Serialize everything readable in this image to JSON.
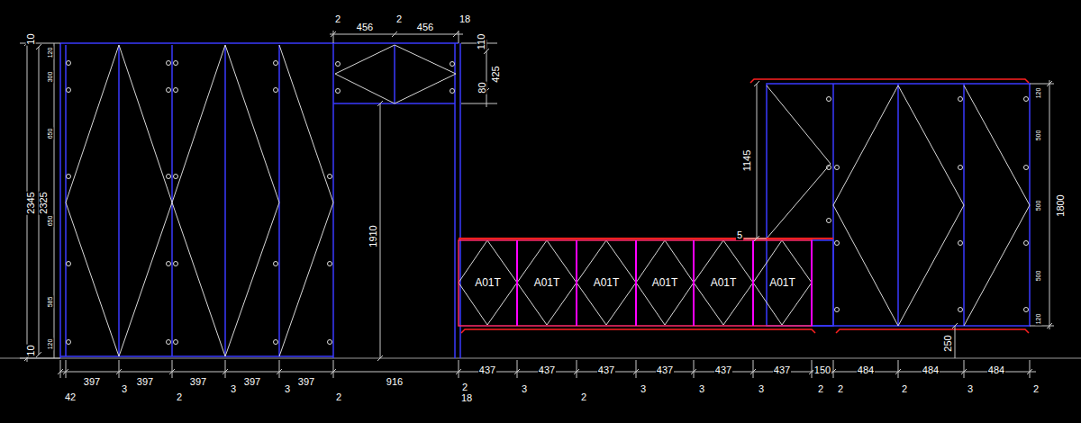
{
  "diagram": {
    "nodes": [
      {
        "text": [
          "A01T"
        ]
      },
      {
        "text": [
          "A01T"
        ]
      },
      {
        "text": [
          "A01T"
        ]
      },
      {
        "text": [
          "A01T"
        ]
      },
      {
        "text": [
          "A01T"
        ]
      },
      {
        "text": [
          "A01T"
        ]
      }
    ],
    "labels": [
      "10",
      "2345",
      "2325",
      "10",
      "120",
      "300",
      "650",
      "650",
      "585",
      "120",
      "2",
      "456",
      "2",
      "456",
      "18",
      "110",
      "425",
      "80",
      "1910",
      "1145",
      "5",
      "120",
      "500",
      "500",
      "500",
      "120",
      "1800",
      "250",
      "397",
      "397",
      "397",
      "397",
      "397",
      "916",
      "437",
      "437",
      "437",
      "437",
      "437",
      "437",
      "150",
      "484",
      "484",
      "484",
      "42",
      "3",
      "2",
      "3",
      "3",
      "2",
      "2",
      "18",
      "3",
      "2",
      "3",
      "3",
      "3",
      "2",
      "2",
      "2",
      "3",
      "2"
    ]
  }
}
